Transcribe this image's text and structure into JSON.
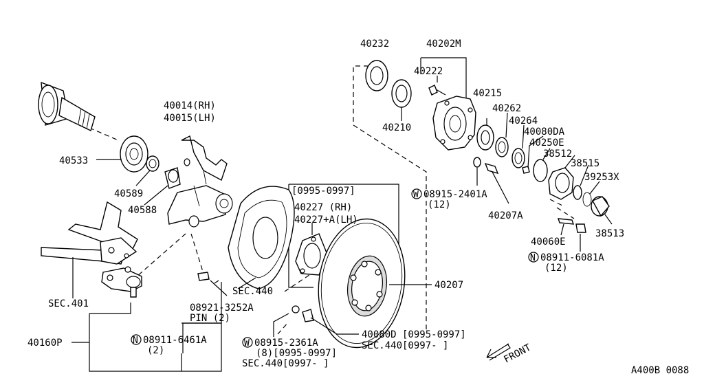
{
  "labels": {
    "p40232": "40232",
    "p40202m": "40202M",
    "p40222": "40222",
    "p40215": "40215",
    "p40210": "40210",
    "p40262": "40262",
    "p40264": "40264",
    "p40080da": "40080DA",
    "p40250e": "40250E",
    "p38512": "38512",
    "p38515": "38515",
    "p39253x": "39253X",
    "p38513": "38513",
    "p40014": "40014(RH)",
    "p40015": "40015(LH)",
    "p40533": "40533",
    "p40589": "40589",
    "p40588": "40588",
    "range1": "[0995-0997]",
    "p40227rh": "40227  (RH)",
    "p40227lh": "40227+A(LH)",
    "w1_code": "08915-2401A",
    "w1_qty": "(12)",
    "p40207a": "40207A",
    "p40060e": "40060E",
    "n1_code": "08911-6081A",
    "n1_qty": "(12)",
    "sec440a": "SEC.440",
    "p40207": "40207",
    "sec401": "SEC.401",
    "pin_code": "08921-3252A",
    "pin_label": "PIN (2)",
    "p40160p": "40160P",
    "n2_code": "08911-6461A",
    "n2_qty": "(2)",
    "w2_code": "08915-2361A",
    "w2_qty": "(8)[0995-0997]",
    "sec440b": "SEC.440[0997-      ]",
    "p40080d": "40080D [0995-0997]",
    "sec440c": "SEC.440[0997-      ]",
    "front": "FRONT",
    "code": "A400B 0088"
  },
  "symbols": {
    "washer": "W",
    "nut": "N"
  }
}
